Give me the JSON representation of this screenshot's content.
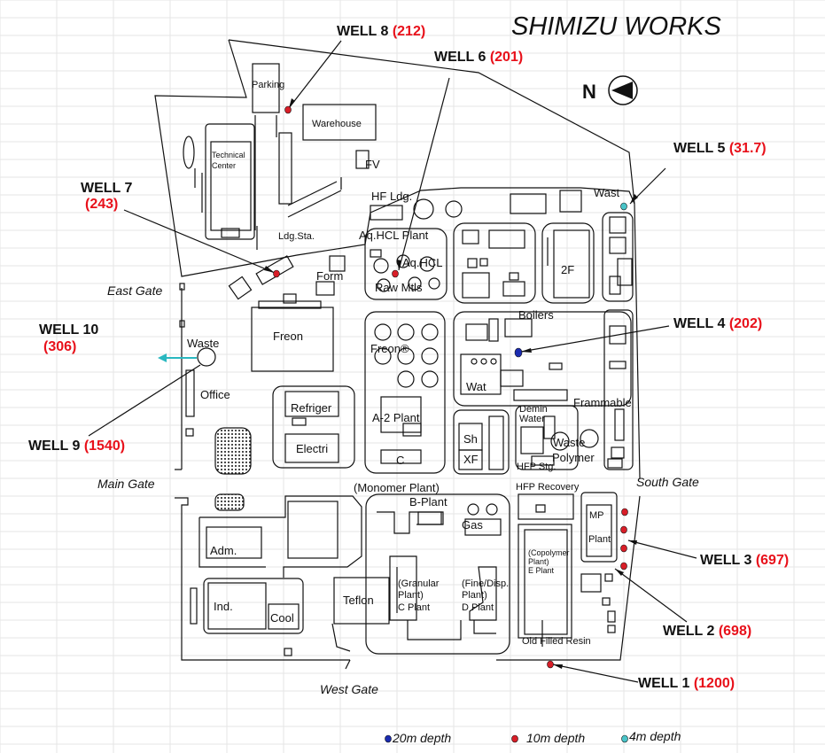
{
  "title": "SHIMIZU  WORKS",
  "north_label": "N",
  "colors": {
    "value_red": "#e8101a",
    "depth_20m": "#1a2bb0",
    "depth_10m": "#d81e28",
    "depth_4m": "#49c4c8",
    "arrow_cyan": "#2ab8c0"
  },
  "wells": [
    {
      "label": "WELL 1",
      "value": "(1200)",
      "depth": "10m"
    },
    {
      "label": "WELL 2",
      "value": "(698)",
      "depth": "10m"
    },
    {
      "label": "WELL 3",
      "value": "(697)",
      "depth": "10m"
    },
    {
      "label": "WELL 4",
      "value": "(202)",
      "depth": "20m"
    },
    {
      "label": "WELL 5",
      "value": "(31.7)",
      "depth": "4m"
    },
    {
      "label": "WELL 6",
      "value": "(201)",
      "depth": "10m"
    },
    {
      "label": "WELL 7",
      "value": "(243)",
      "depth": "10m"
    },
    {
      "label": "WELL 8",
      "value": "(212)",
      "depth": "10m"
    },
    {
      "label": "WELL 9",
      "value": "(1540)",
      "depth": ""
    },
    {
      "label": "WELL 10",
      "value": "(306)",
      "depth": ""
    }
  ],
  "gates": {
    "east": "East Gate",
    "main": "Main Gate",
    "south": "South Gate",
    "west": "West Gate"
  },
  "legend": {
    "d20": "20m depth",
    "d10": "10m depth",
    "d4": "4m depth"
  },
  "buildings": {
    "parking": "Parking",
    "warehouse": "Warehouse",
    "technical_1": "Technical",
    "technical_2": "Center",
    "fv": "FV",
    "hf_ldg": "HF Ldg.",
    "wast": "Wast",
    "ldg_sta": "Ldg.Sta.",
    "aq_hcl_plant": "Aq.HCL Plant",
    "aq_hcl": "Aq.HCL",
    "raw_mtls": "Raw Mtls",
    "form": "Form",
    "two_f": "2F",
    "boilers": "Boilers",
    "freon": "Freon",
    "freon_reg": "Freon®",
    "waste": "Waste",
    "office": "Office",
    "wat": "Wat",
    "frammable": "Frammable",
    "refriger": "Refriger",
    "electri": "Electri",
    "a2_plant": "A-2 Plant",
    "c": "C",
    "demin_1": "Demin",
    "demin_2": "Water",
    "sh": "Sh",
    "xf": "XF",
    "waste_polymer_1": "Waste",
    "waste_polymer_2": "Polymer",
    "hfp_stg": "HFP Stg.",
    "hfp_recovery": "HFP Recovery",
    "monomer_plant": "(Monomer Plant)",
    "b_plant": "B-Plant",
    "gas": "Gas",
    "copolymer_1": "(Copolymer",
    "copolymer_2": "Plant)",
    "copolymer_3": "E Plant",
    "mp": "MP",
    "mp_plant": "Plant",
    "adm": "Adm.",
    "granular_1": "(Granular",
    "granular_2": "Plant)",
    "granular_3": "C Plant",
    "finedisp_1": "(Fine/Disp.",
    "finedisp_2": "Plant)",
    "finedisp_3": "D Plant",
    "teflon": "Teflon",
    "ind": "Ind.",
    "cool": "Cool",
    "old_filled_resin": "Old Filled Resin"
  }
}
